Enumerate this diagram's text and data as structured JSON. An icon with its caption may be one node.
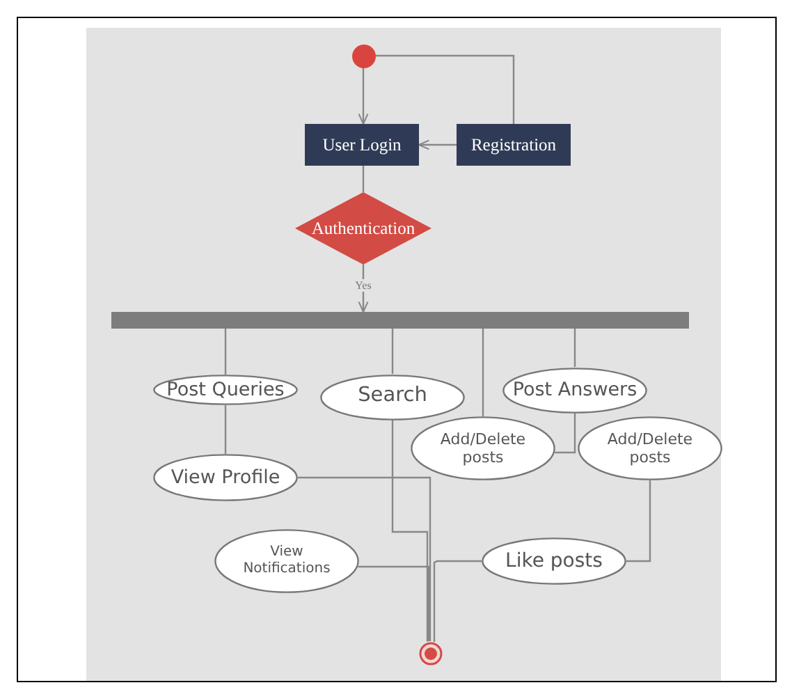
{
  "diagram": {
    "nodes": [
      {
        "text": [],
        "shape": "circle"
      },
      {
        "text": [
          "User Login"
        ]
      },
      {
        "text": [
          "Registration"
        ]
      },
      {
        "text": [
          "Authentication"
        ]
      },
      {
        "text": [],
        "shape": "bar"
      },
      {
        "text": [
          "Post Queries"
        ]
      },
      {
        "text": [
          "Search"
        ]
      },
      {
        "text": [
          "Post Answers"
        ]
      },
      {
        "text": [
          "Add/Delete posts"
        ]
      },
      {
        "text": [
          "Add/Delete posts"
        ]
      },
      {
        "text": [
          "View Profile"
        ]
      },
      {
        "text": [
          "View Notifications"
        ]
      },
      {
        "text": [
          "Like posts"
        ]
      },
      {
        "text": [],
        "shape": "circle"
      }
    ],
    "edges": [
      {
        "from": 0,
        "to": 1,
        "arrow": "to"
      },
      {
        "from": 2,
        "to": 0,
        "arrow": "none"
      },
      {
        "from": 2,
        "to": 1,
        "arrow": "to"
      },
      {
        "from": 1,
        "to": 3,
        "arrow": "none"
      },
      {
        "from": 3,
        "to": 4,
        "arrow": "to",
        "label": "Yes"
      },
      {
        "from": 4,
        "to": 5,
        "arrow": "none"
      },
      {
        "from": 4,
        "to": 6,
        "arrow": "none"
      },
      {
        "from": 4,
        "to": 8,
        "arrow": "none"
      },
      {
        "from": 4,
        "to": 7,
        "arrow": "none"
      },
      {
        "from": 5,
        "to": 10,
        "arrow": "none"
      },
      {
        "from": 7,
        "to": 8,
        "arrow": "none"
      },
      {
        "from": 10,
        "to": 13,
        "arrow": "none"
      },
      {
        "from": 6,
        "to": 13,
        "arrow": "none"
      },
      {
        "from": 11,
        "to": 13,
        "arrow": "none"
      },
      {
        "from": 9,
        "to": 12,
        "arrow": "none"
      },
      {
        "from": 12,
        "to": 13,
        "arrow": "none"
      }
    ]
  }
}
